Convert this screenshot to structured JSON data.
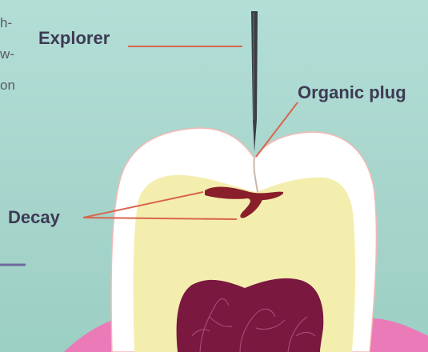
{
  "labels": {
    "explorer": "Explorer",
    "organic_plug": "Organic plug",
    "decay": "Decay"
  },
  "cropped_text": [
    "h-",
    "w-",
    "on"
  ],
  "colors": {
    "background": "#a9d8cf",
    "enamel": "#ffffff",
    "dentin": "#f4eeae",
    "pulp": "#7a1840",
    "gum": "#ea7ab8",
    "leader_line": "#d9654e",
    "decay": "#8a1f2c",
    "explorer_tool": "#3a3d44",
    "label_text": "#3d3a55",
    "divider": "#6f6aa0"
  }
}
